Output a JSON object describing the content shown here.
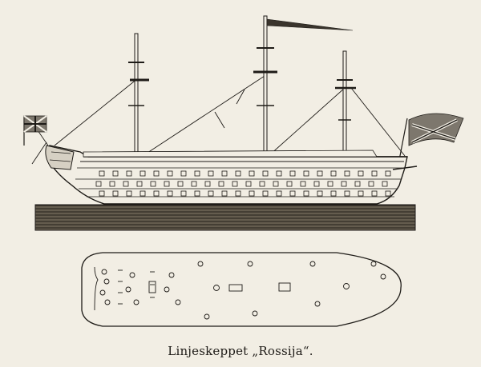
{
  "caption": "Linjeskeppet „Rossija“.",
  "colors": {
    "paper": "#f2eee4",
    "ink": "#1e1b17",
    "wood": "#4a4339"
  },
  "figures": {
    "elevation": "ship-side-elevation",
    "plan": "deck-plan"
  }
}
